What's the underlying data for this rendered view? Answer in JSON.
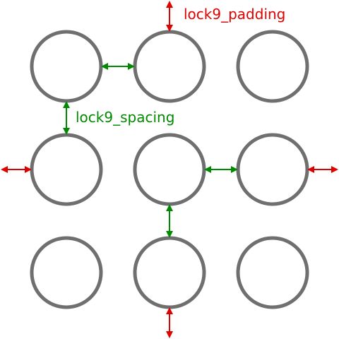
{
  "labels": {
    "padding": "lock9_padding",
    "spacing": "lock9_spacing"
  },
  "colors": {
    "circle_stroke": "#6f6f6f",
    "padding": "#e00000",
    "spacing": "#008a00",
    "background": "#ffffff"
  },
  "grid": {
    "rows": 3,
    "cols": 3
  }
}
